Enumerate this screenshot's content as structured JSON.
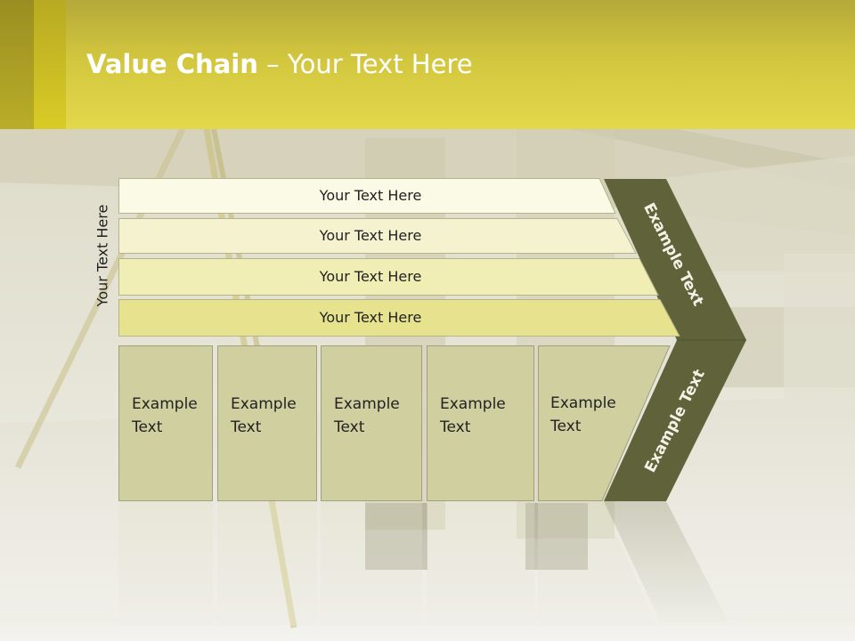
{
  "title": {
    "bold": "Value Chain",
    "rest": " – Your Text Here"
  },
  "side_label": "Your Text Here",
  "bars": [
    "Your Text Here",
    "Your Text Here",
    "Your Text Here",
    "Your Text Here"
  ],
  "boxes": [
    {
      "line1": "Example",
      "line2": "Text"
    },
    {
      "line1": "Example",
      "line2": "Text"
    },
    {
      "line1": "Example",
      "line2": "Text"
    },
    {
      "line1": "Example",
      "line2": "Text"
    },
    {
      "line1": "Example",
      "line2": "Text"
    }
  ],
  "arrow_upper": "Example Text",
  "arrow_lower": "Example Text",
  "colors": {
    "header": "#d4c83e",
    "arrow": "#60623a",
    "box": "#cfcfa0"
  }
}
